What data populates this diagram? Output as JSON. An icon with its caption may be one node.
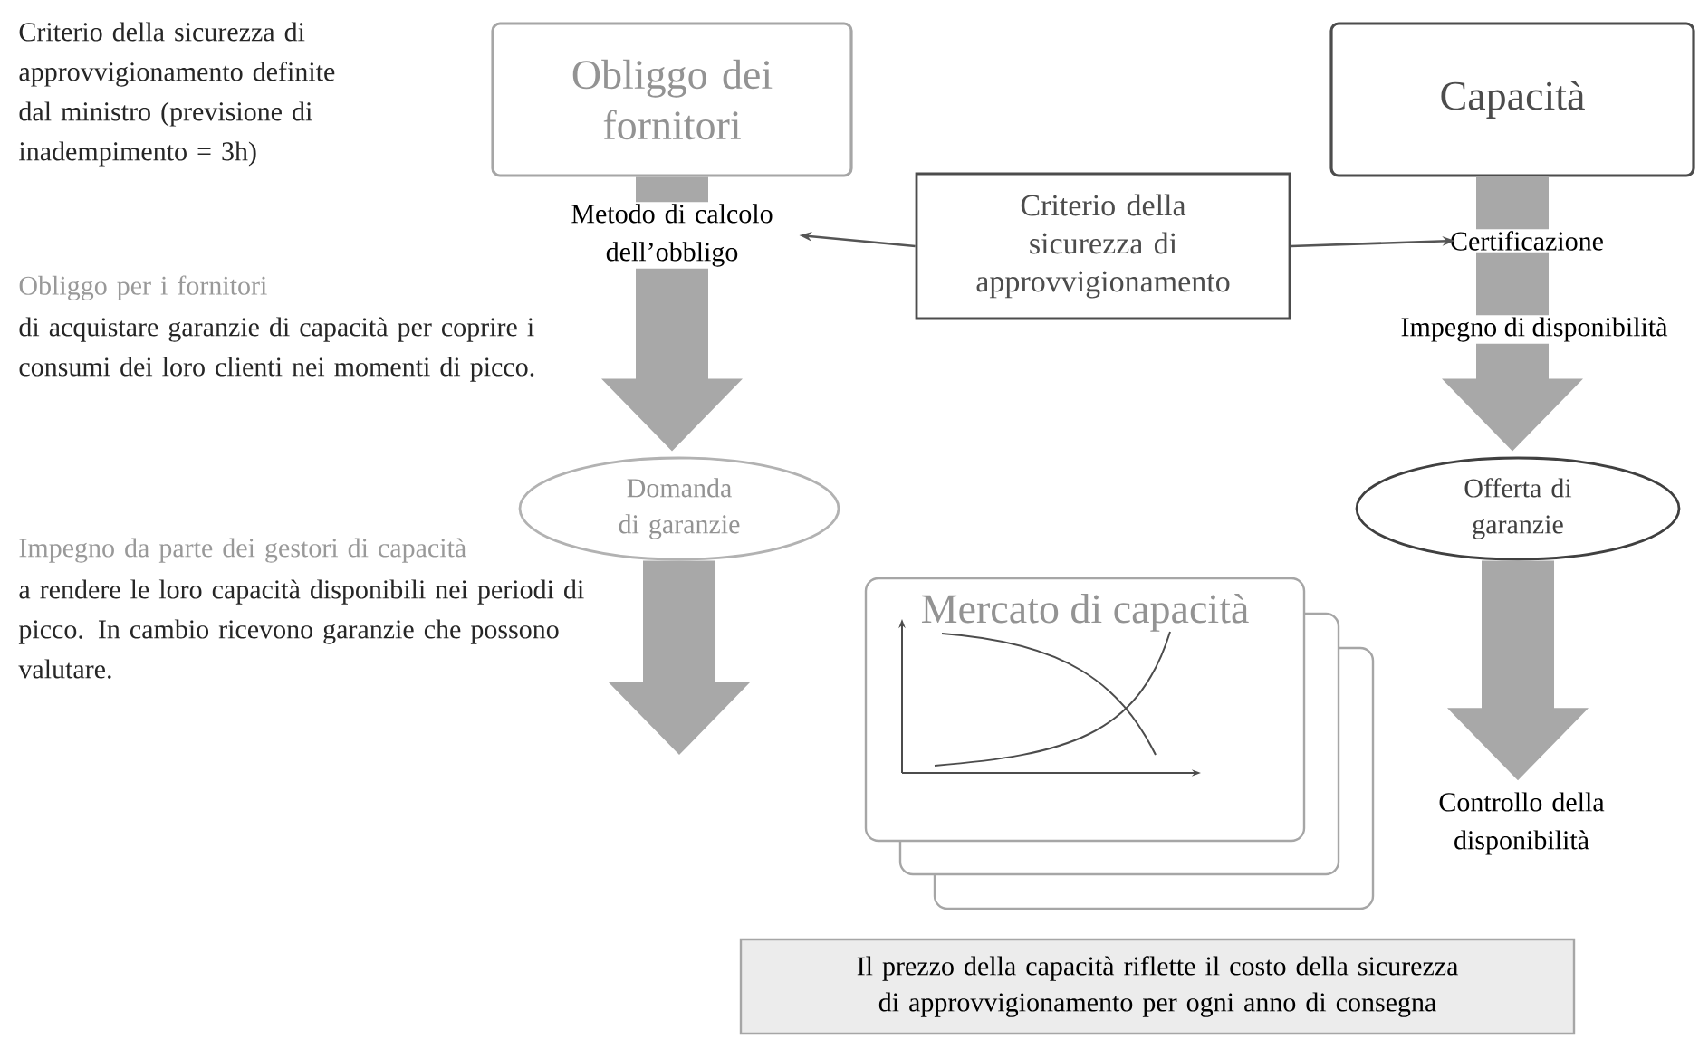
{
  "diagram": {
    "nodes": [
      {
        "text": [
          "Obliggo dei fornitori"
        ]
      },
      {
        "text": [
          "Capacità"
        ]
      },
      {
        "text": [
          "Criterio della sicurezza di approvvigionamento"
        ]
      },
      {
        "text": [
          "Metodo di calcolo dell’obbligo"
        ]
      },
      {
        "text": [
          "Certificazione"
        ]
      },
      {
        "text": [
          "Domanda di garanzie"
        ]
      },
      {
        "text": [
          "Offerta di garanzie"
        ]
      },
      {
        "text": [
          "Mercato di capacità"
        ]
      },
      {
        "text": [
          "Il prezzo della capacità riflette il costo della sicurezza di approvvigionamento per ogni anno di consegna"
        ]
      },
      {
        "text": [
          "Controllo della disponibilità"
        ]
      }
    ],
    "edges": [
      {
        "from": 2,
        "to": 3,
        "arrow": "to"
      },
      {
        "from": 2,
        "to": 4,
        "arrow": "to"
      },
      {
        "from": 0,
        "to": 5,
        "arrow": "to",
        "style": "thick",
        "color": "#a8a8a8"
      },
      {
        "from": 1,
        "to": 6,
        "arrow": "to",
        "style": "thick",
        "color": "#a8a8a8",
        "label": "Impegno di disponibilità"
      },
      {
        "from": 5,
        "to": null,
        "arrow": "to",
        "style": "thick",
        "color": "#a8a8a8"
      },
      {
        "from": 6,
        "to": 9,
        "arrow": "to",
        "style": "thick",
        "color": "#a8a8a8"
      }
    ],
    "labels": [
      "Criterio della sicurezza di approvvigionamento definite dal ministro (previsione di inadempimento = 3h)",
      "Obliggo per i fornitori",
      "di acquistare garanzie di capacità per coprire i consumi dei loro clienti nei momenti di picco.",
      "Impegno da parte dei gestori di capacità",
      "a rendere le loro capacità disponibili nei periodi di picco. In cambio ricevono garanzie che possono valutare."
    ]
  }
}
